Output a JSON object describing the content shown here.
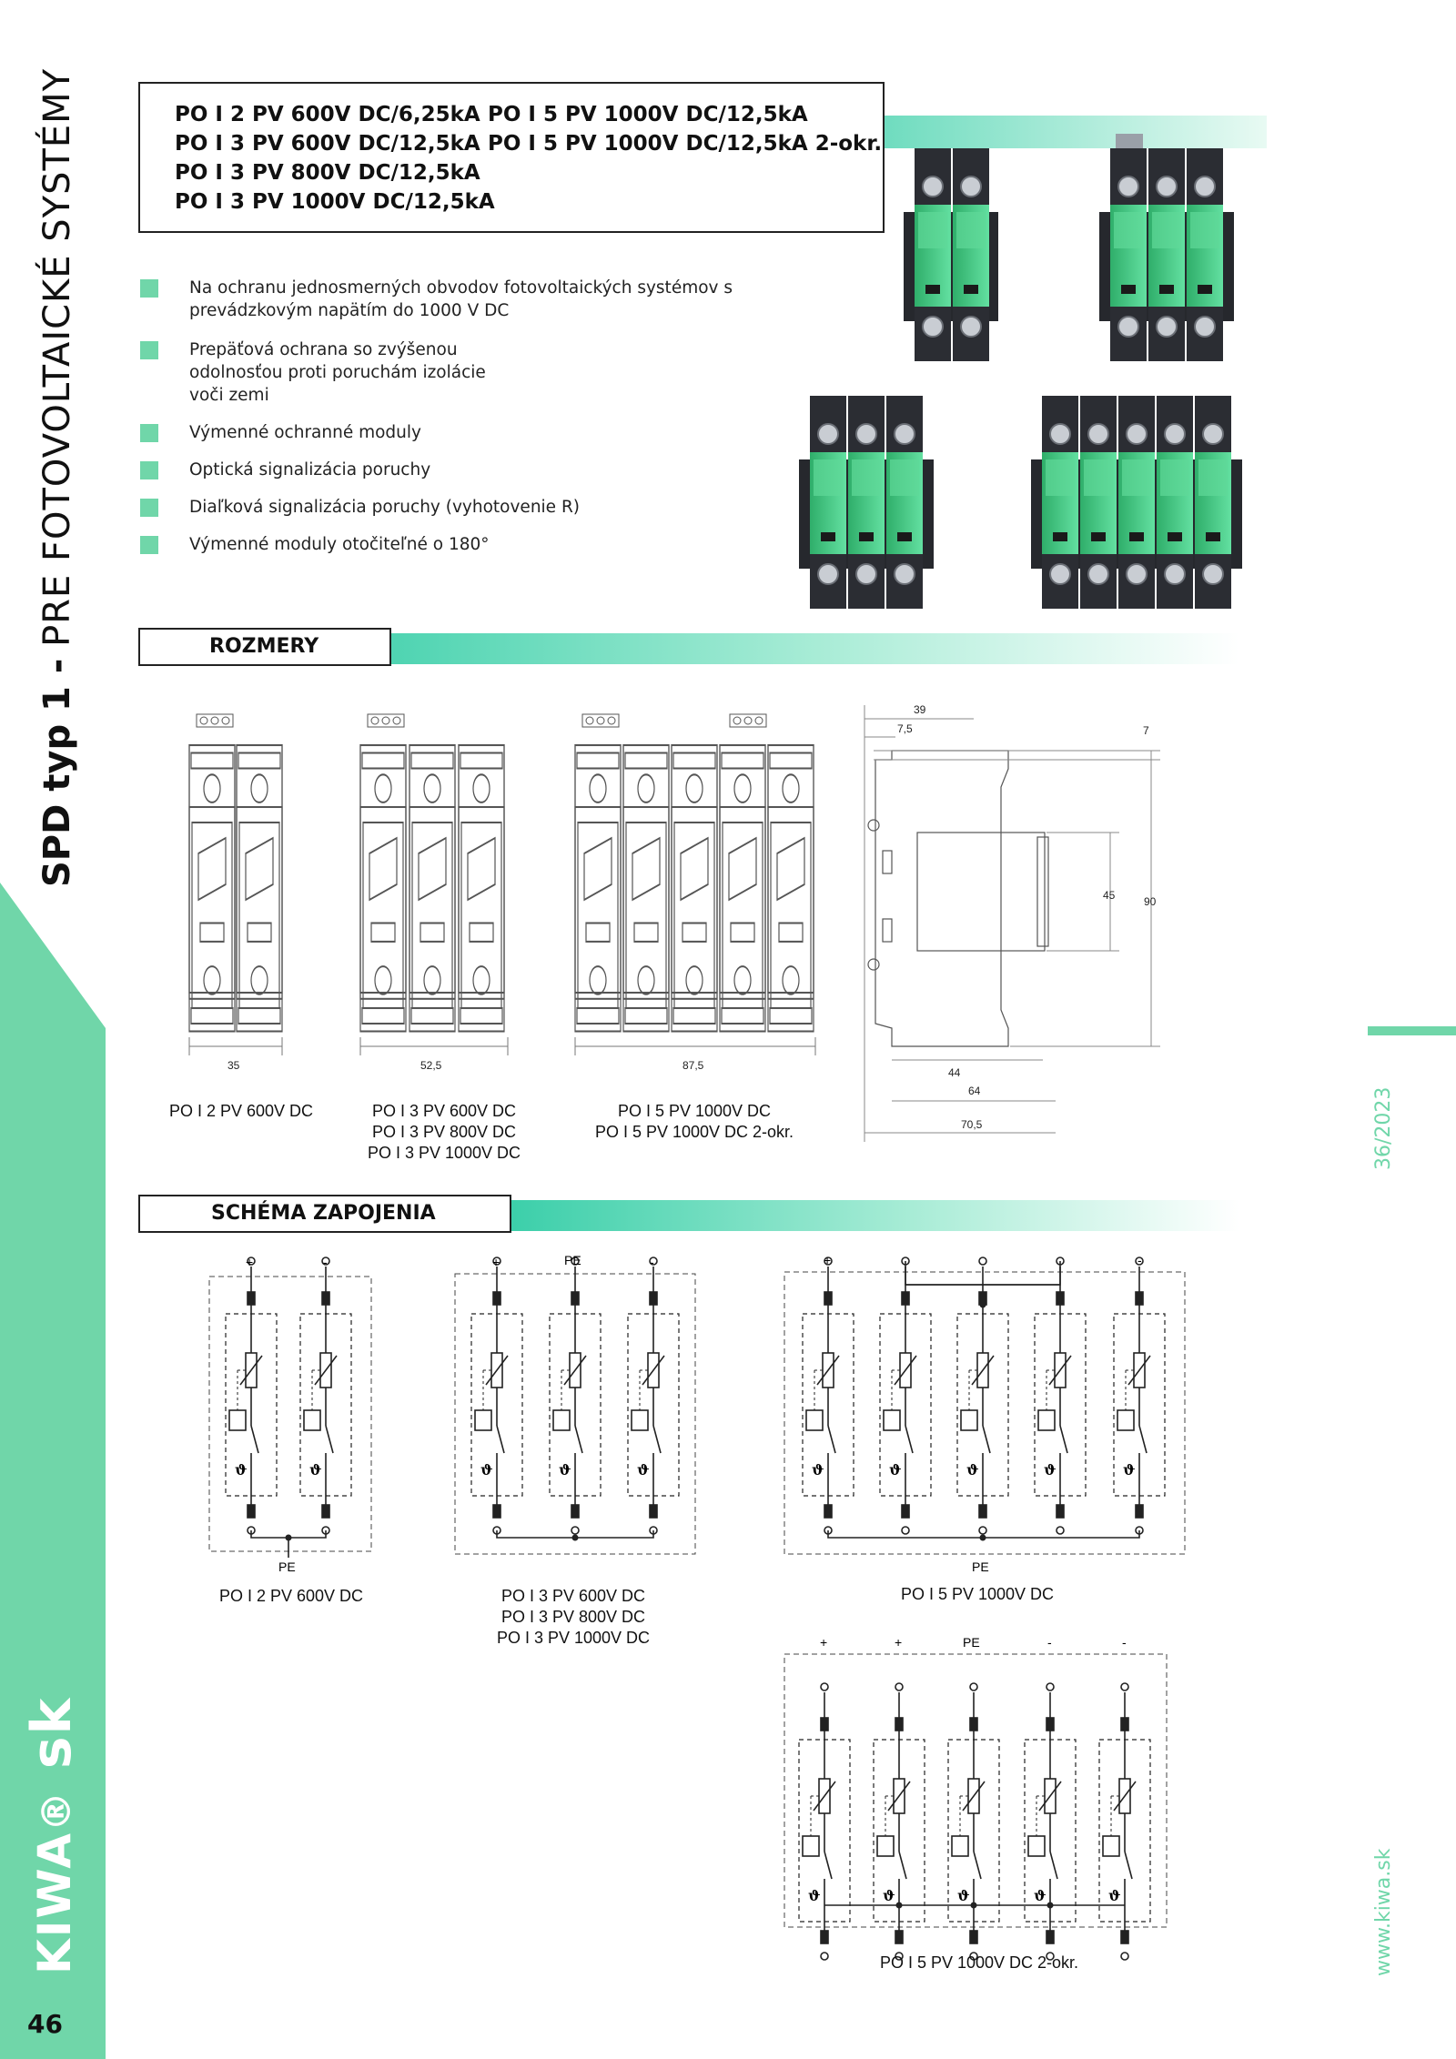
{
  "page": {
    "vertical_title_bold": "SPD typ 1 -",
    "vertical_title_rest": "PRE  FOTOVOLTAICKÉ  SYSTÉMY",
    "logo": "KIWA",
    "logo_suffix": "sk",
    "page_number": "46",
    "edition": "36/2023",
    "website": "www.kiwa.sk"
  },
  "products": {
    "col1": [
      "PO I 2 PV 600V DC/6,25kA",
      "PO I 3 PV 600V DC/12,5kA",
      "PO I 3 PV 800V DC/12,5kA",
      "PO I 3 PV 1000V DC/12,5kA"
    ],
    "col2": [
      "PO I 5 PV 1000V DC/12,5kA",
      "PO I 5 PV 1000V DC/12,5kA 2-okr."
    ]
  },
  "features": [
    "Na ochranu jednosmerných obvodov fotovoltaických systémov s prevádzkovým napätím do 1000 V DC",
    "Prepäťová ochrana so zvýšenou odolnosťou proti poruchám izolácie voči zemi",
    "Výmenné ochranné moduly",
    "Optická signalizácia poruchy",
    "Diaľková signalizácia poruchy (vyhotovenie R)",
    "Výmenné moduly otočiteľné o 180°"
  ],
  "sections": {
    "dimensions": "ROZMERY",
    "wiring": "SCHÉMA ZAPOJENIA"
  },
  "dimensions": {
    "widths": [
      "35",
      "52,5",
      "87,5"
    ],
    "side": [
      "39",
      "7,5",
      "7",
      "45",
      "90",
      "44",
      "64",
      "70,5"
    ],
    "captions": {
      "c2": [
        "PO I 2 PV 600V DC"
      ],
      "c3": [
        "PO I 3 PV 600V DC",
        "PO I 3 PV 800V DC",
        "PO I 3 PV 1000V DC"
      ],
      "c5": [
        "PO I 5 PV 1000V DC",
        "PO I 5 PV 1000V DC 2-okr."
      ]
    }
  },
  "schematics": {
    "plus": "+",
    "minus": "-",
    "pe": "PE",
    "theta": "ϑ",
    "captions": {
      "s2": [
        "PO I 2 PV 600V DC"
      ],
      "s3": [
        "PO I 3 PV 600V DC",
        "PO I 3 PV 800V DC",
        "PO I 3 PV 1000V DC"
      ],
      "s5": [
        "PO I 5 PV 1000V DC"
      ],
      "s5b": [
        "PO I 5 PV 1000V DC 2-okr."
      ]
    }
  },
  "colors": {
    "accent": "#70d6a9",
    "gradient": "#3ccfaa",
    "module_green": "#3fd38a",
    "housing": "#3a3d44"
  }
}
